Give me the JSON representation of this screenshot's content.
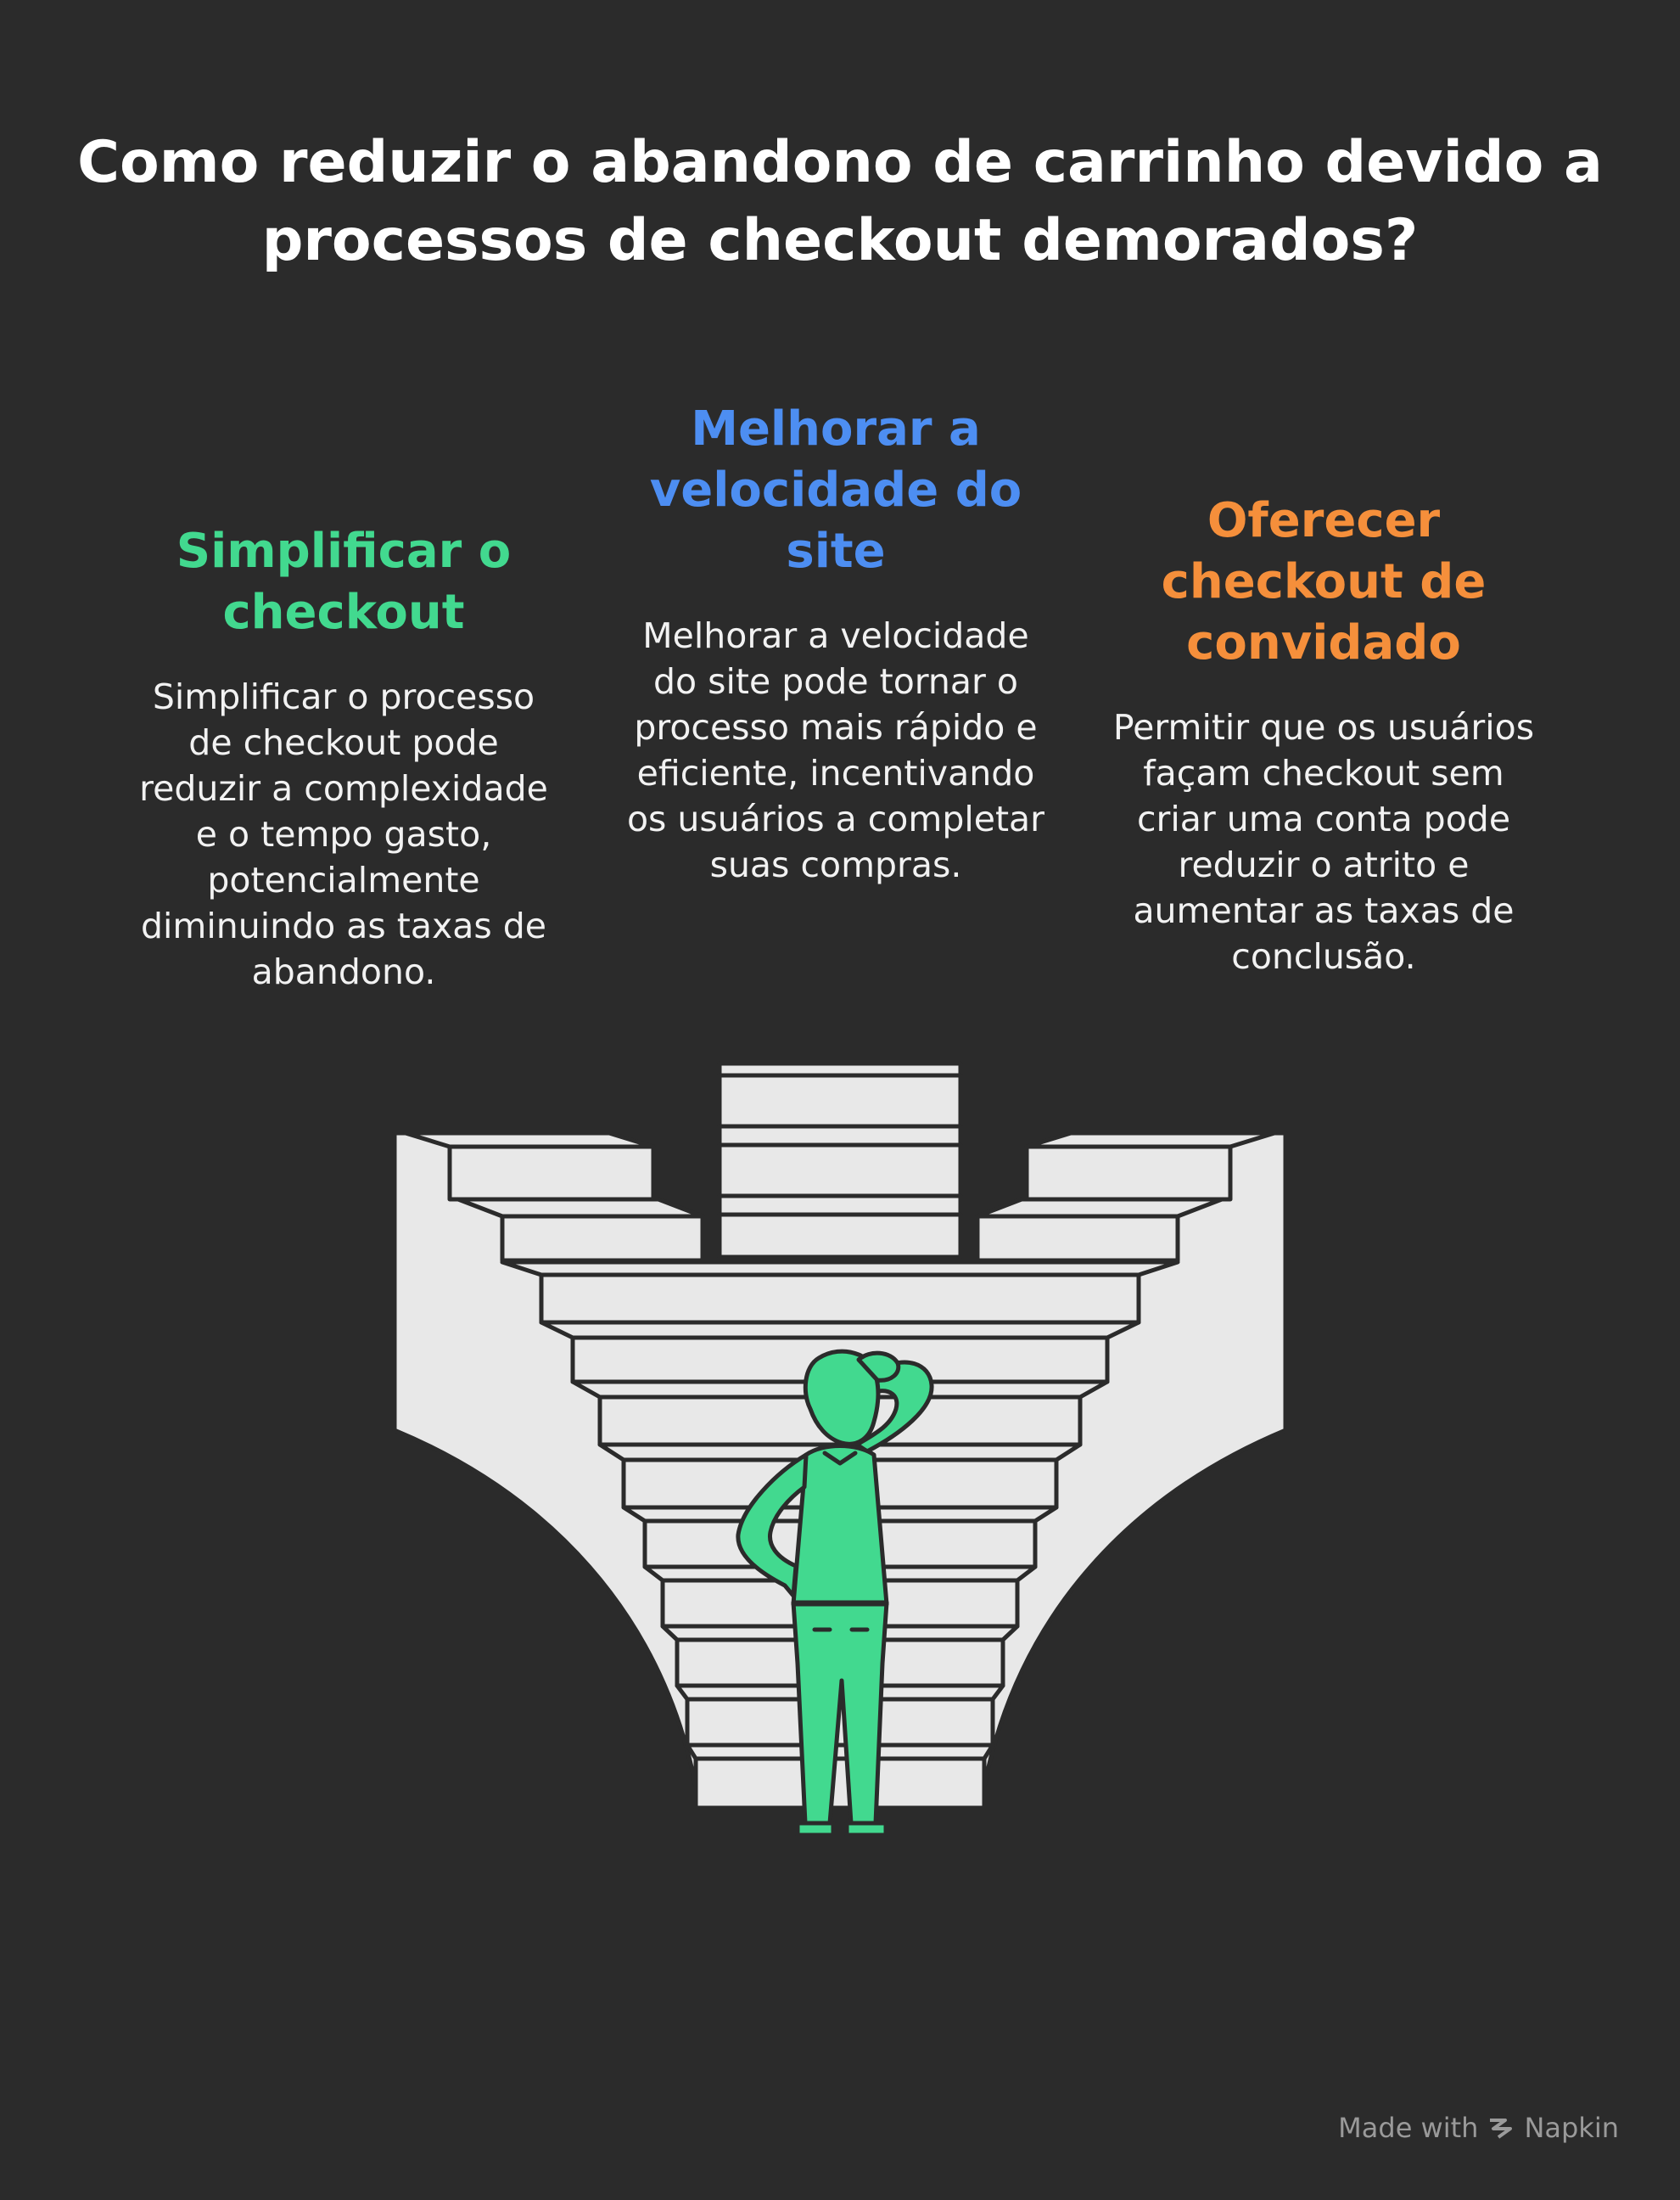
{
  "title": "Como reduzir o abandono de carrinho devido a processos de checkout demorados?",
  "options": [
    {
      "heading": "Simplificar o checkout",
      "description": "Simplificar o processo de checkout pode reduzir a complexidade e o tempo gasto, potencialmente diminuindo as taxas de abandono.",
      "color": "#42d98f"
    },
    {
      "heading": "Melhorar a velocidade do site",
      "description": "Melhorar a velocidade do site pode tornar o processo mais rápido e eficiente, incentivando os usuários a completar suas compras.",
      "color": "#4d8ef2"
    },
    {
      "heading": "Oferecer checkout de convidado",
      "description": "Permitir que os usuários façam checkout sem criar uma conta pode reduzir o atrito e aumentar as taxas de conclusão.",
      "color": "#f58f3b"
    }
  ],
  "icons": {
    "staircase": "staircase-illustration-icon",
    "person": "thinking-person-icon",
    "brand": "napkin-logo-icon"
  },
  "colors": {
    "background": "#2b2b2b",
    "stairs": "#e8e8e8",
    "outline": "#2b2b2b",
    "person": "#42d98f"
  },
  "watermark": {
    "prefix": "Made with",
    "brand": "Napkin"
  }
}
